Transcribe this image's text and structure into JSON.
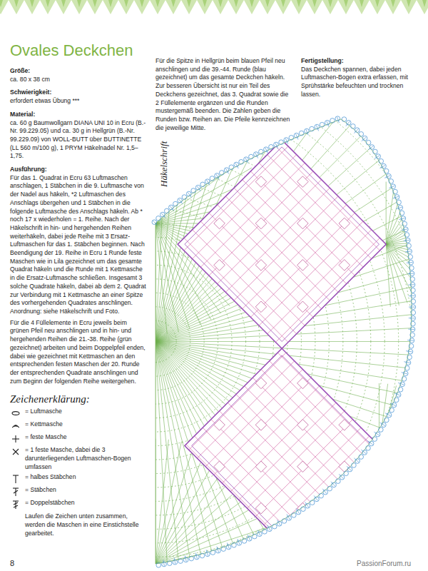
{
  "diagram": {
    "title": "Ovales Deckchen",
    "labels": [
      "Größe:",
      "ca. 80 x 38 cm",
      "Schwierigkeit:",
      "erfordert etwas Übung ***",
      "Material:",
      "ca. 60 g Baumwollgarn DIANA UNI 10 in Ecru (B.-Nr. 99.229.05) und ca. 30 g in Hellgrün (B.-Nr. 99.229.09) von WOLL-BUTT über BUTTINETTE (LL 560 m/100 g), 1 PRYM Häkelnadel Nr. 1,5–1,75.",
      "Ausführung:",
      "Für das 1. Quadrat in Ecru 63 Luftmaschen anschlagen, 1 Stäbchen in die 9. Luftmasche von der Nadel aus häkeln, *2 Luftmaschen des Anschlags übergehen und 1 Stäbchen in die folgende Luftmasche des Anschlags häkeln. Ab * noch 17 x wiederholen = 1. Reihe. Nach der Häkelschrift in hin- und hergehenden Reihen weiterhäkeln, dabei jede Reihe mit 3 Ersatz-Luftmaschen für das 1. Stäbchen beginnen. Nach Beendigung der 19. Reihe in Ecru 1 Runde feste Maschen wie in Lila gezeichnet um das gesamte Quadrat häkeln und die Runde mit 1 Kettmasche in die Ersatz-Luftmasche schließen. Insgesamt 3 solche Quadrate häkeln, dabei ab dem 2. Quadrat zur Verbindung mit 1 Kettmasche an einer Spitze des vorhergehenden Quadrates anschlingen. Anordnung: siehe Häkelschrift und Foto.",
      "Für die 4 Füllelemente in Ecru jeweils beim grünen Pfeil neu anschlingen und in hin- und hergehenden Reihen die 21.-38. Reihe (grün gezeichnet) arbeiten und beim Doppelpfeil enden, dabei wie gezeichnet mit Kettmaschen an den entsprechenden festen Maschen der 20. Runde der entsprechenden Quadrate anschlingen und zum Beginn der folgenden Reihe weitergehen.",
      "Für die Spitze in Hellgrün beim blauen Pfeil neu anschlingen und die 39.-44. Runde (blau gezeichnet) um das gesamte Deckchen häkeln. Zur besseren Übersicht ist nur ein Teil des Deckchens gezeichnet, das 3. Quadrat sowie die 2 Füllelemente ergänzen und die Runden mustergemäß beenden. Die Zahlen geben die Runden bzw. Reihen an. Die Pfeile kennzeichnen die jeweilige Mitte.",
      "Fertigstellung:",
      "Das Deckchen spannen, dabei jeden Luftmaschen-Bogen extra erfassen, mit Sprühstärke befeuchten und trocknen lassen.",
      "Häkelschrift",
      "Zeichenerklärung:",
      "Laufen die Zeichen unten zusammen, werden die Maschen in eine Einstichstelle gearbeitet.",
      "8",
      "PassionForum.ru"
    ],
    "legend": [
      {
        "text": "= Luftmasche"
      },
      {
        "text": "= Kettmasche"
      },
      {
        "text": "= feste Masche"
      },
      {
        "text": "= 1 feste Masche, dabei die 3 darunterliegenden Luftmaschen-Bogen umfassen"
      },
      {
        "text": "= halbes Stäbchen"
      },
      {
        "text": "= Stäbchen"
      },
      {
        "text": "= Doppelstäbchen"
      }
    ]
  }
}
